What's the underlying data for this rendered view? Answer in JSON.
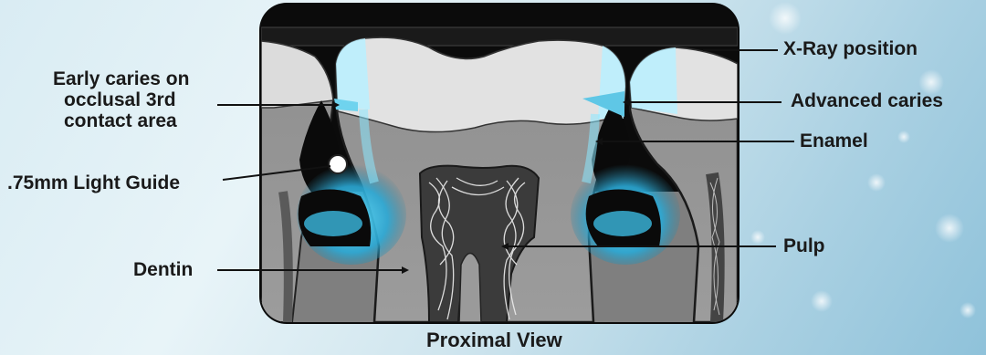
{
  "labels": {
    "xray": "X-Ray position",
    "early_caries_line1": "Early caries on",
    "early_caries_line2": "occlusal 3rd",
    "early_caries_line3": "contact area",
    "advanced_caries": "Advanced caries",
    "enamel": "Enamel",
    "light_guide": ".75mm Light Guide",
    "pulp": "Pulp",
    "dentin": "Dentin",
    "caption": "Proximal View"
  },
  "colors": {
    "background": "#d9ecf3",
    "enamel_glow": "#4fd0f0",
    "dentin": "#8a8a8a",
    "frame": "#111111"
  }
}
